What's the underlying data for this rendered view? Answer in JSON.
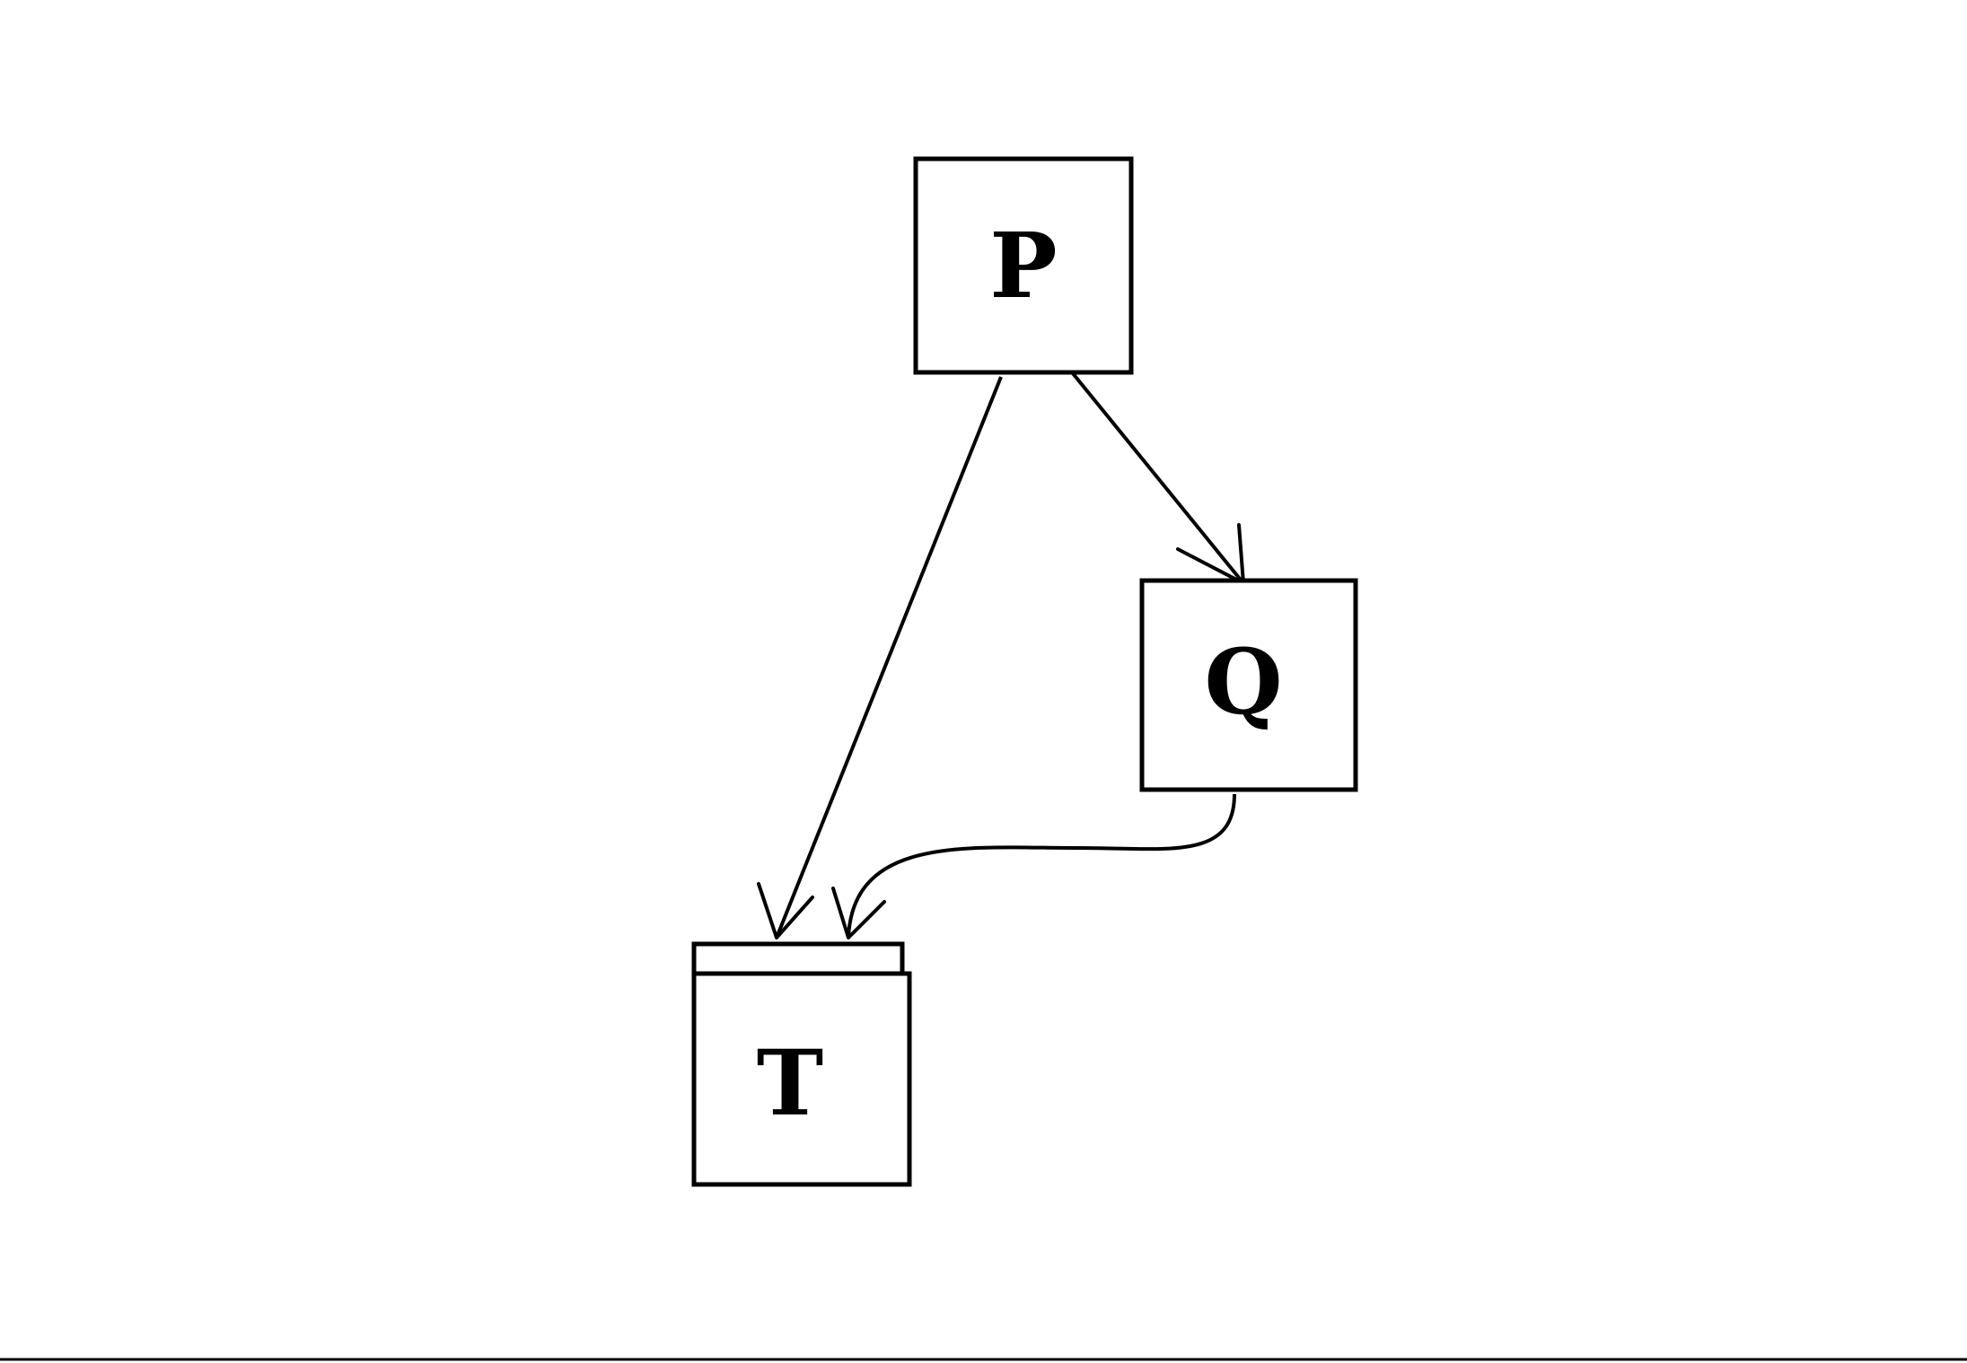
{
  "nodes": {
    "p": {
      "label": "P"
    },
    "q": {
      "label": "Q"
    },
    "t": {
      "label": "T"
    }
  },
  "edges": [
    {
      "from": "P",
      "to": "Q"
    },
    {
      "from": "P",
      "to": "T"
    },
    {
      "from": "Q",
      "to": "T"
    }
  ],
  "colors": {
    "stroke": "#000000",
    "background": "#ffffff"
  }
}
